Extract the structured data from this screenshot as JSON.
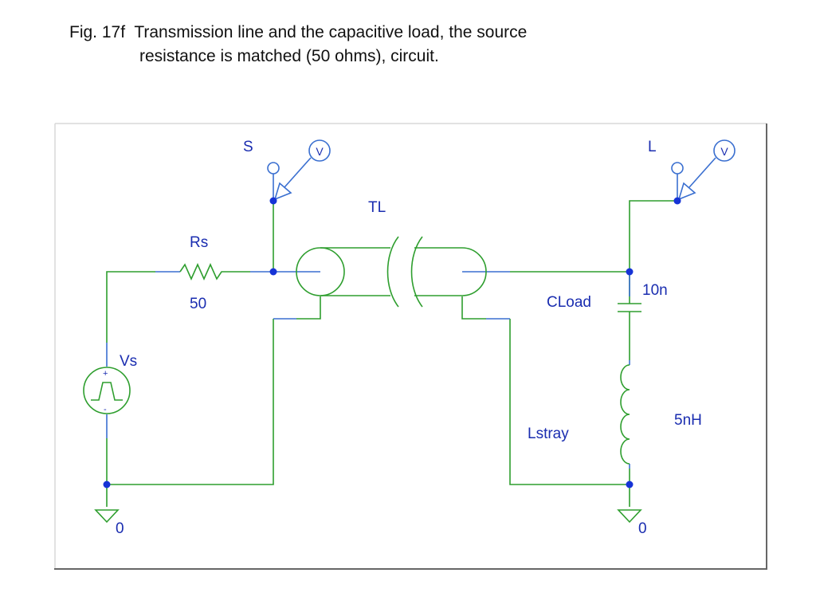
{
  "caption": {
    "line1": "Fig. 17f  Transmission line and the capacitive load, the source",
    "line2": "resistance is matched (50 ohms), circuit."
  },
  "labels": {
    "probe_s": "S",
    "probe_l": "L",
    "probe_v": "V",
    "tline": "TL",
    "rs_name": "Rs",
    "rs_value": "50",
    "vs_name": "Vs",
    "cload_name": "CLoad",
    "cload_value": "10n",
    "lstray_name": "Lstray",
    "lstray_value": "5nH",
    "ground_left": "0",
    "ground_right": "0",
    "plus": "+",
    "minus": "-"
  },
  "colors": {
    "wire": "#2e9e2e",
    "pin": "#3a6fd0",
    "node": "#1633d6",
    "text": "#1a2db0"
  }
}
